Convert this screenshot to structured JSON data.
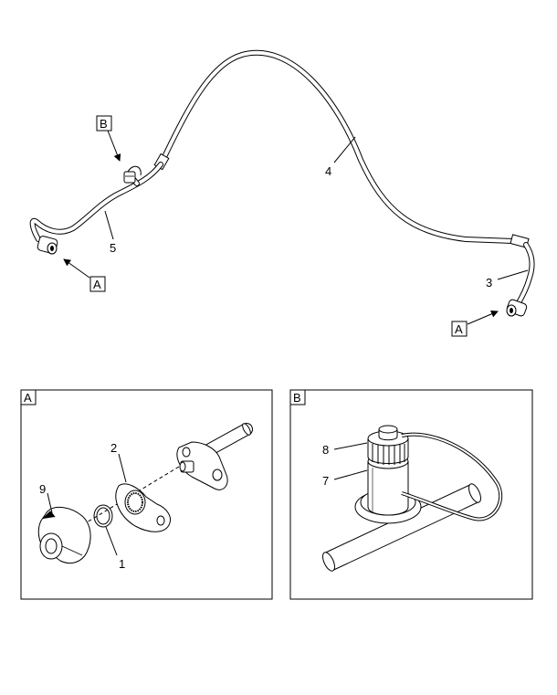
{
  "callouts": {
    "part_1": "1",
    "part_2": "2",
    "part_3": "3",
    "part_4": "4",
    "part_5": "5",
    "part_7": "7",
    "part_8": "8",
    "part_9": "9"
  },
  "view_refs": {
    "ref_a_left": "A",
    "ref_a_right": "A",
    "ref_b_top": "B"
  },
  "detail_views": {
    "a_label": "A",
    "b_label": "B"
  }
}
